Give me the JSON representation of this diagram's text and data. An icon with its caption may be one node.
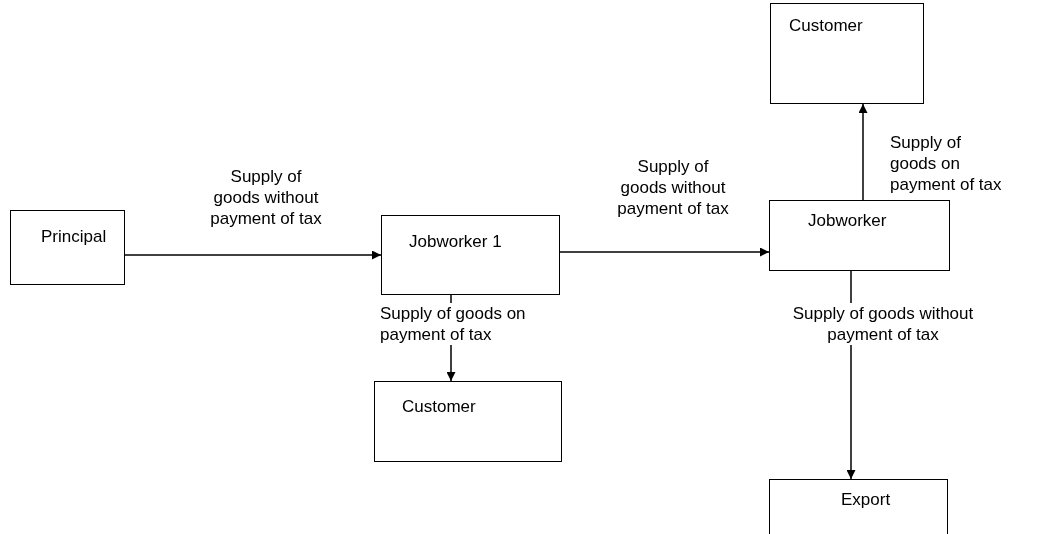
{
  "diagram": {
    "nodes": [
      {
        "text": [
          "Principal"
        ]
      },
      {
        "text": [
          "Jobworker 1"
        ]
      },
      {
        "text": [
          "Customer"
        ]
      },
      {
        "text": [
          "Jobworker"
        ]
      },
      {
        "text": [
          "Customer"
        ]
      },
      {
        "text": [
          "Export"
        ]
      }
    ],
    "edges": [
      {
        "from": 0,
        "to": 1,
        "arrow": "to",
        "label": "Supply of goods without payment of tax"
      },
      {
        "from": 1,
        "to": 3,
        "arrow": "to",
        "label": "Supply of goods without payment of tax"
      },
      {
        "from": 3,
        "to": 2,
        "arrow": "to",
        "label": "Supply of goods on payment of tax"
      },
      {
        "from": 1,
        "to": 4,
        "arrow": "to",
        "label": "Supply of goods on payment of tax"
      },
      {
        "from": 3,
        "to": 5,
        "arrow": "to",
        "label": "Supply of goods without payment of tax"
      }
    ]
  }
}
